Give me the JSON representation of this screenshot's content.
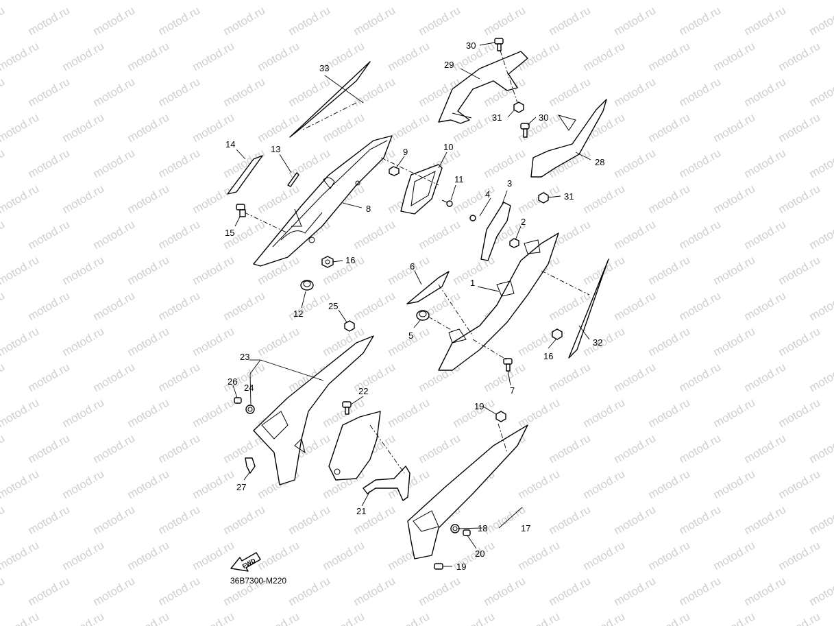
{
  "watermark": "motod.ru",
  "diagram_code": "36B7300-M220",
  "fwd_label": "FWD",
  "callouts": {
    "c1": "1",
    "c2": "2",
    "c3": "3",
    "c4": "4",
    "c5": "5",
    "c6": "6",
    "c7": "7",
    "c8": "8",
    "c9": "9",
    "c10": "10",
    "c11": "11",
    "c12": "12",
    "c13": "13",
    "c14": "14",
    "c15": "15",
    "c16a": "16",
    "c16b": "16",
    "c17": "17",
    "c18": "18",
    "c19a": "19",
    "c19b": "19",
    "c20": "20",
    "c21": "21",
    "c22": "22",
    "c23": "23",
    "c24": "24",
    "c25": "25",
    "c26": "26",
    "c27": "27",
    "c28": "28",
    "c29": "29",
    "c30a": "30",
    "c30b": "30",
    "c31a": "31",
    "c31b": "31",
    "c32": "32",
    "c33": "33"
  }
}
